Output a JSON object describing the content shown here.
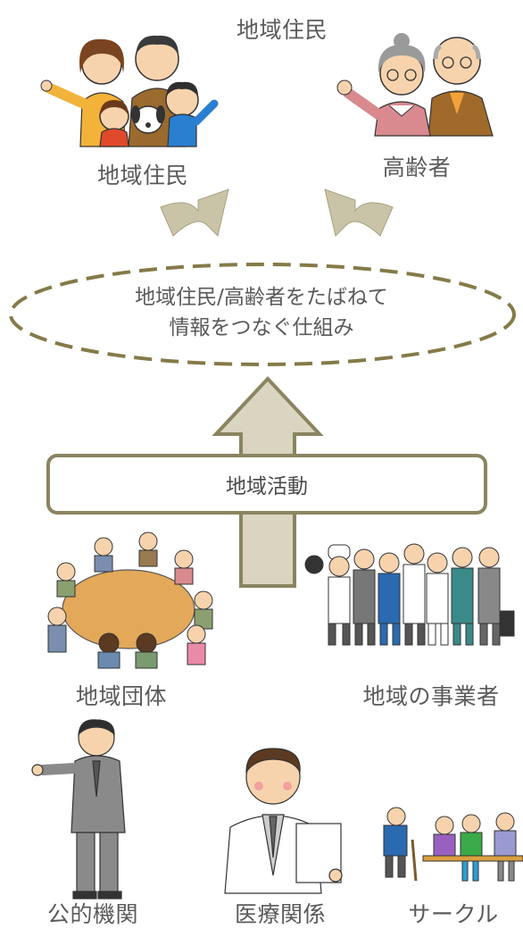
{
  "diagram": {
    "top_title": "地域住民",
    "residents_label": "地域住民",
    "elderly_label": "高齢者",
    "central_line1": "地域住民/高齢者をたばねて",
    "central_line2": "情報をつなぐ仕組み",
    "activity_label": "地域活動",
    "groups_label": "地域団体",
    "business_label": "地域の事業者",
    "public_label": "公的機関",
    "medical_label": "医療関係",
    "circle_label": "サークル"
  },
  "colors": {
    "dash": "#857a48",
    "arrow_fill": "#d9d5c0",
    "arrow_stroke": "#8b8460",
    "text": "#5a5a5a"
  }
}
